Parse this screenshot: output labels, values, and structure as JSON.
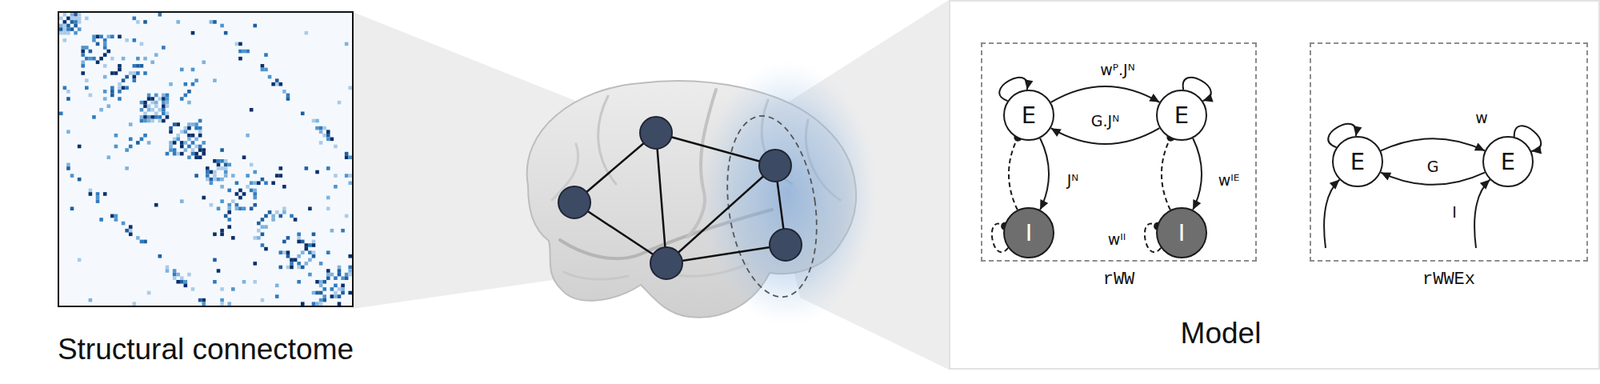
{
  "diagram": {
    "nodes": [
      {
        "text": [
          "Model"
        ]
      },
      {
        "text": [
          "rWW"
        ],
        "in": 0
      },
      {
        "text": [
          "E"
        ],
        "in": 1
      },
      {
        "text": [
          "E"
        ],
        "in": 1
      },
      {
        "text": [
          "I"
        ],
        "in": 1
      },
      {
        "text": [
          "I"
        ],
        "in": 1
      },
      {
        "text": [
          "rWWEx"
        ],
        "in": 0
      },
      {
        "text": [
          "E"
        ],
        "in": 6
      },
      {
        "text": [
          "E"
        ],
        "in": 6
      }
    ],
    "edges": [
      {
        "from": 2,
        "to": 3,
        "arrow": "to"
      },
      {
        "from": 3,
        "to": 2,
        "label": "G.Jᴺ",
        "arrow": "to"
      },
      {
        "from": 2,
        "to": 4,
        "label": "Jᴺ",
        "arrow": "to"
      },
      {
        "from": 4,
        "to": 2,
        "arrow": "to"
      },
      {
        "from": 3,
        "to": 5,
        "label": "wᴵᴱ",
        "arrow": "to"
      },
      {
        "from": 5,
        "to": 3,
        "arrow": "to"
      },
      {
        "from": 7,
        "to": 8,
        "arrow": "to"
      },
      {
        "from": 8,
        "to": 7,
        "label": "G",
        "arrow": "to"
      }
    ],
    "labels": [
      "Structural connectome",
      "wᴾ.Jᴺ",
      "wᴵᴵ",
      "w",
      "I"
    ]
  }
}
